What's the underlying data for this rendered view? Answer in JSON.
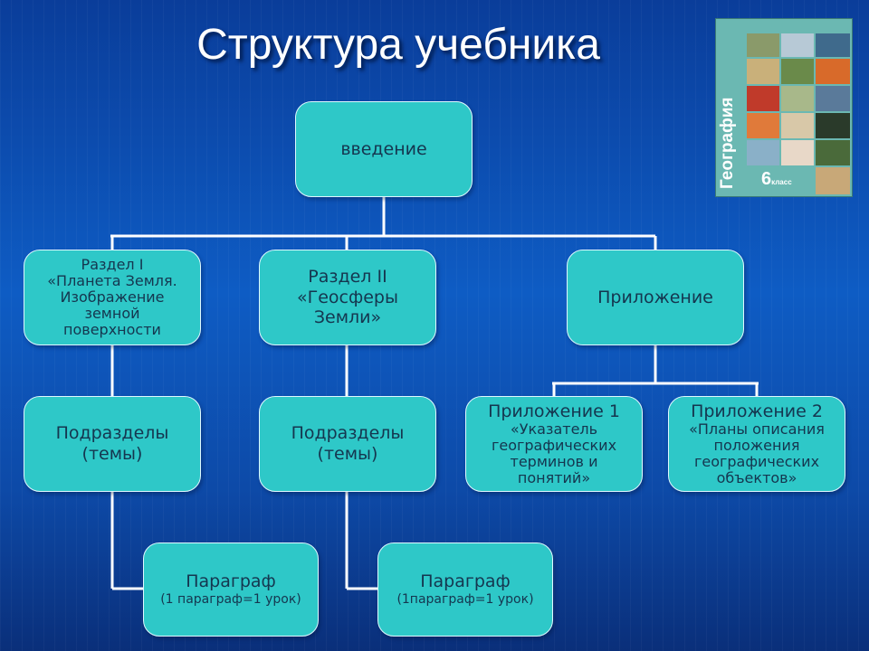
{
  "title": "Структура учебника",
  "boxes": {
    "intro": {
      "main": "введение"
    },
    "section1": {
      "line1": "Раздел I",
      "line2": "«Планета Земля.",
      "line3": "Изображение",
      "line4": "земной",
      "line5": "поверхности"
    },
    "section2": {
      "line1": "Раздел II",
      "line2": "«Геосферы",
      "line3": "Земли»"
    },
    "appendix": {
      "main": "Приложение"
    },
    "sub1": {
      "line1": "Подразделы",
      "line2": "(темы)"
    },
    "sub2": {
      "line1": "Подразделы",
      "line2": "(темы)"
    },
    "app1": {
      "line1": "Приложение 1",
      "line2": "«Указатель",
      "line3": "географических",
      "line4": "терминов и",
      "line5": "понятий»"
    },
    "app2": {
      "line1": "Приложение 2",
      "line2": "«Планы описания",
      "line3": "положения",
      "line4": "географических",
      "line5": "объектов»"
    },
    "para1": {
      "line1": "Параграф",
      "line2": "(1 параграф=1 урок)"
    },
    "para2": {
      "line1": "Параграф",
      "line2": "(1параграф=1 урок)"
    }
  },
  "book": {
    "subject": "География",
    "grade": "6",
    "grade_word": "класс"
  },
  "colors": {
    "box": "#2ec8c8",
    "line": "#ffffff",
    "background": "#0e5cc4"
  }
}
